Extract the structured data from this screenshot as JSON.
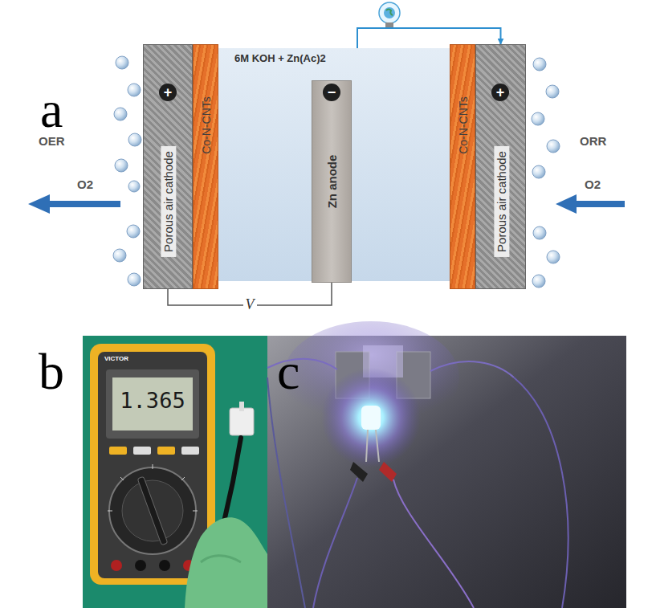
{
  "diagram": {
    "nodes": [
      {
        "text": [
          "6M KOH + Zn(Ac)2"
        ]
      },
      {
        "text": [
          "Porous air cathode"
        ]
      },
      {
        "text": [
          "Co-N-CNTs"
        ]
      },
      {
        "text": [
          "Zn anode"
        ],
        "in": 0
      },
      {
        "text": [
          "Co-N-CNTs"
        ]
      },
      {
        "text": [
          "Porous air cathode"
        ]
      }
    ],
    "edges": [
      {
        "from": 3,
        "to": 5,
        "arrow": "to"
      },
      {
        "from": 1,
        "to": 3,
        "label": "V",
        "arrow": "none"
      }
    ],
    "labels": [
      "a",
      "OER",
      "O2",
      "ORR",
      "O2",
      "+",
      "−",
      "+",
      "b",
      "VICTOR",
      "1.365",
      "c"
    ]
  }
}
